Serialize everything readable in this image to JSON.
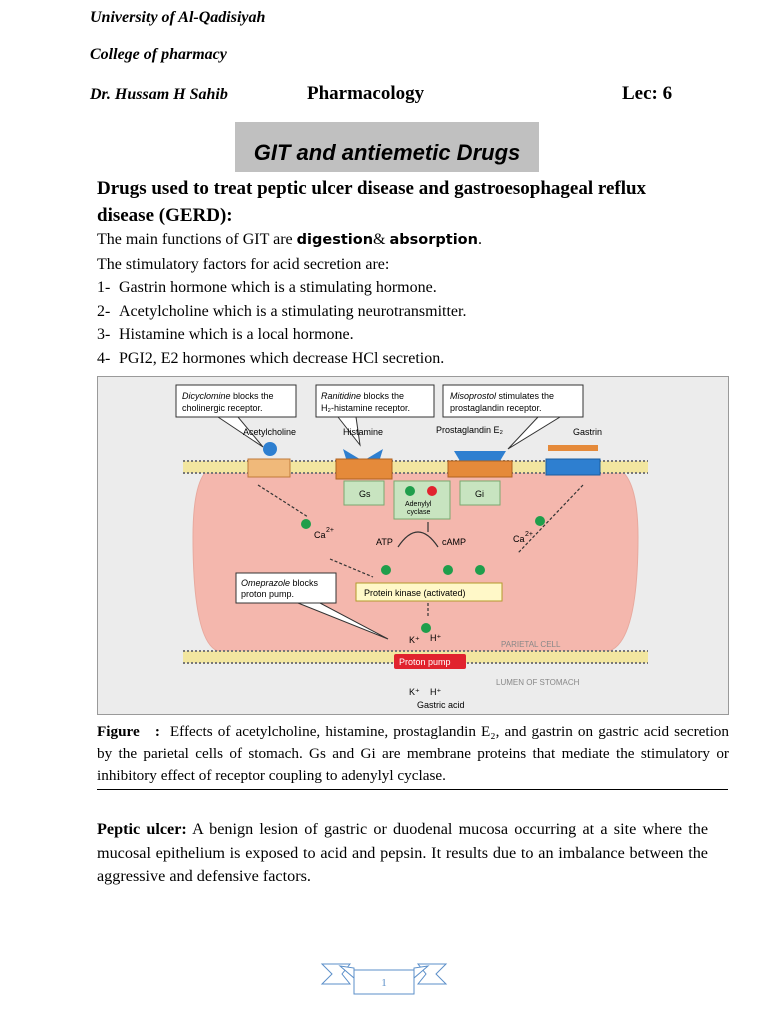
{
  "header": {
    "university": "University of Al-Qadisiyah",
    "college": "College of pharmacy",
    "doctor": "Dr. Hussam H Sahib",
    "subject": "Pharmacology",
    "lecture": "Lec: 6"
  },
  "title": "GIT and antiemetic Drugs",
  "section_heading": "Drugs used to treat peptic ulcer disease and gastroesophageal reflux disease (GERD):",
  "intro": {
    "functions_prefix": "The main functions of GIT are ",
    "functions_bold1": "digestion",
    "functions_mid": "& ",
    "functions_bold2": "absorption",
    "functions_suffix": ".",
    "stimulatory": "The stimulatory factors for acid secretion are:"
  },
  "factors": [
    {
      "num": "1-",
      "text": "Gastrin hormone which is a stimulating hormone."
    },
    {
      "num": "2-",
      "text": "Acetylcholine which is a stimulating neurotransmitter."
    },
    {
      "num": "3-",
      "text": "Histamine which is a local hormone."
    },
    {
      "num": "4-",
      "text": "PGI2, E2 hormones which decrease HCl secretion."
    }
  ],
  "figure": {
    "callout_dicyclomine_drug": "Dicyclomine",
    "callout_dicyclomine_rest": " blocks the",
    "callout_dicyclomine_line2": "cholinergic receptor.",
    "callout_ranitidine_drug": "Ranitidine",
    "callout_ranitidine_rest": " blocks the",
    "callout_ranitidine_line2": "H₂-histamine receptor.",
    "callout_misoprostol_drug": "Misoprostol",
    "callout_misoprostol_rest": " stimulates the",
    "callout_misoprostol_line2": "prostaglandin receptor.",
    "callout_omeprazole_drug": "Omeprazole",
    "callout_omeprazole_rest": " blocks",
    "callout_omeprazole_line2": "proton pump.",
    "label_acetylcholine": "Acetylcholine",
    "label_histamine": "Histamine",
    "label_prostaglandin": "Prostaglandin E₂",
    "label_gastrin": "Gastrin",
    "label_gs": "Gs",
    "label_gi": "Gi",
    "label_adenylyl": "Adenylyl",
    "label_cyclase": "cyclase",
    "label_atp": "ATP",
    "label_camp": "cAMP",
    "label_ca_left": "Ca",
    "label_ca_right": "Ca",
    "label_ca_sup": "2+",
    "label_pka": "Protein kinase (activated)",
    "label_k": "K⁺",
    "label_h": "H⁺",
    "label_parietal": "PARIETAL CELL",
    "label_pump": "Proton pump",
    "label_lumen": "LUMEN OF STOMACH",
    "label_gastric_acid": "Gastric acid",
    "plus": "+",
    "minus": "−"
  },
  "caption": {
    "label": "Figure",
    "marker": ":",
    "text": "Effects of acetylcholine, histamine, prostaglandin E₂, and gastrin on gastric acid secretion by the parietal cells of stomach. Gs and Gi are membrane proteins that mediate the stimulatory or inhibitory effect of receptor coupling to adenylyl cyclase."
  },
  "peptic": {
    "term": "Peptic ulcer:",
    "text": " A benign lesion of gastric or duodenal mucosa occurring at a site where the mucosal epithelium is exposed to acid and pepsin. It results due to an imbalance between the aggressive and defensive factors."
  },
  "page_number": "1",
  "colors": {
    "cell": "#f4b7ad",
    "gs": "#c8e4c0",
    "receptor": "#e58a3a",
    "blue": "#2e7fd0",
    "pump": "#e1232e",
    "pka_fill": "#fff8c8",
    "plus_fill": "#1f9e4b"
  }
}
